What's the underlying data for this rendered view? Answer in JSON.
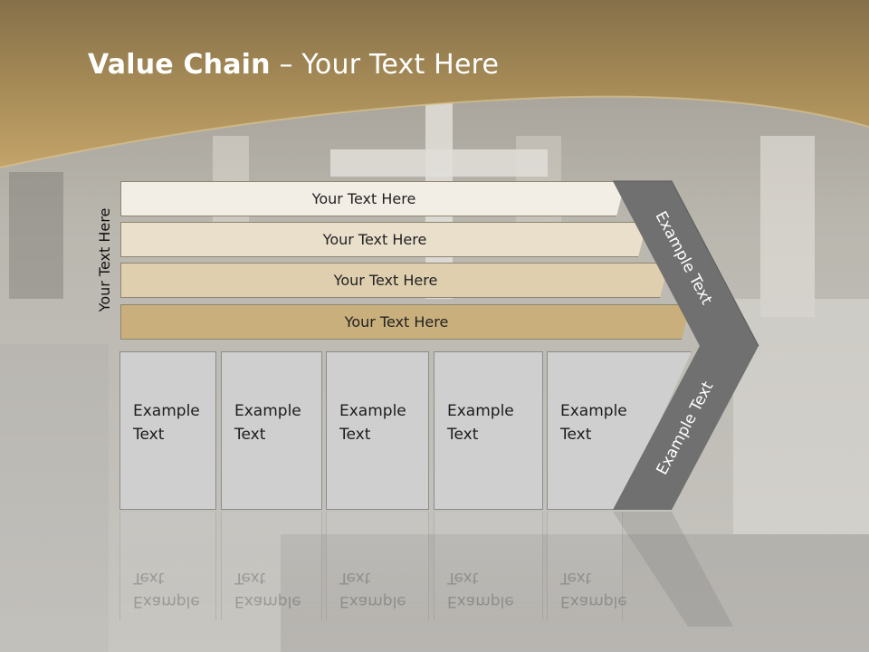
{
  "slide": {
    "title_bold": "Value Chain",
    "title_rest": " – Your Text Here",
    "side_label": "Your Text Here"
  },
  "bars": [
    {
      "label": "Your Text Here",
      "color": "#f3eee5"
    },
    {
      "label": "Your Text Here",
      "color": "#e9dfcb"
    },
    {
      "label": "Your Text Here",
      "color": "#dfcfae"
    },
    {
      "label": "Your Text Here",
      "color": "#c9af7c"
    }
  ],
  "boxes": [
    {
      "line1": "Example",
      "line2": "Text"
    },
    {
      "line1": "Example",
      "line2": "Text"
    },
    {
      "line1": "Example",
      "line2": "Text"
    },
    {
      "line1": "Example",
      "line2": "Text"
    },
    {
      "line1": "Example",
      "line2": "Text"
    }
  ],
  "chevron": {
    "upper_label": "Example Text",
    "lower_label": "Example Text",
    "color": "#707070"
  },
  "colors": {
    "header": "#9b8251",
    "header_light": "#c8a86a"
  }
}
